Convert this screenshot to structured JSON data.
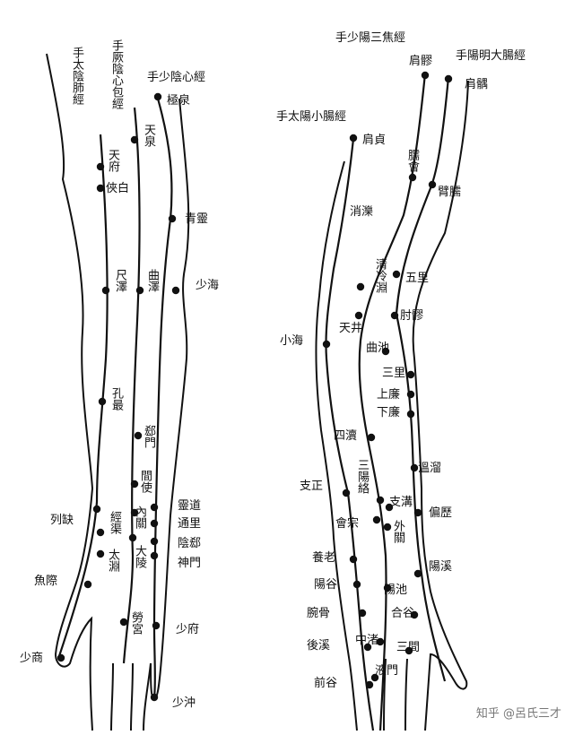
{
  "left_arm": {
    "meridians": {
      "lung": "手太陰肺經",
      "pericardium": "手厥陰心包經",
      "heart": "手少陰心經"
    },
    "points": {
      "jiquan": "極泉",
      "tianquan": "天泉",
      "tianfu": "天府",
      "xiabai": "俠白",
      "qingling": "青靈",
      "chize": "尺澤",
      "quze": "曲澤",
      "shaohai": "少海",
      "kongzui": "孔最",
      "ximen": "郄門",
      "jianshi": "間使",
      "neiguan": "內關",
      "daling": "大陵",
      "lingdao": "靈道",
      "tongli": "通里",
      "yinxi": "陰郄",
      "shenmen": "神門",
      "lieque": "列缺",
      "jingqu": "經渠",
      "taiyuan": "太淵",
      "yuji": "魚際",
      "laogong": "勞宮",
      "shaofu": "少府",
      "shaoshang": "少商",
      "shaochong": "少沖"
    }
  },
  "right_arm": {
    "meridians": {
      "sanjiao": "手少陽三焦經",
      "large_intestine": "手陽明大腸經",
      "small_intestine": "手太陽小腸經"
    },
    "points": {
      "jianliao": "肩髎",
      "jianyu": "肩髃",
      "jianzhen": "肩貞",
      "naohui": "臑會",
      "binao": "臂臑",
      "xiaoluo": "消濼",
      "qinglengyuan": "清冷淵",
      "wuli": "五里",
      "zhouliao": "肘髎",
      "xiaohai": "小海",
      "tianjing": "天井",
      "quchi": "曲池",
      "sanli": "三里",
      "shanglian": "上廉",
      "xialian": "下廉",
      "sidu": "四瀆",
      "wenliu": "溫溜",
      "sanyangluo": "三陽絡",
      "zhigou": "支溝",
      "zhizheng": "支正",
      "huizong": "會宗",
      "waiguan": "外關",
      "pianli": "偏歷",
      "yanglao": "養老",
      "yangxi": "陽溪",
      "yanggu": "陽谷",
      "yangchi": "陽池",
      "wangu": "腕骨",
      "hegu": "合谷",
      "houxi": "後溪",
      "zhongzhu": "中渚",
      "sanjian": "三間",
      "yemen": "液門",
      "qiangu": "前谷"
    }
  },
  "watermark": "知乎 @呂氏三才"
}
